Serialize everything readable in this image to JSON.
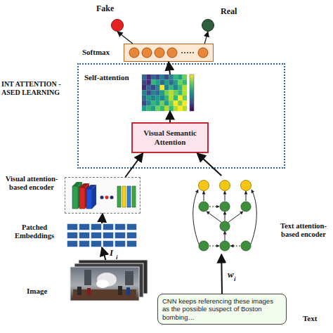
{
  "diagram": {
    "nodes": [
      {
        "text": [
          "Fake"
        ]
      },
      {
        "text": [
          "Real"
        ]
      },
      {
        "text": [
          "Softmax"
        ]
      },
      {
        "text": [
          "INT ATTENTION - ASED LEARNING"
        ]
      },
      {
        "text": [
          "Self-attention"
        ],
        "in": 3
      },
      {
        "text": [
          "Visual Semantic Attention"
        ],
        "in": 3
      },
      {
        "text": [
          "Visual attention-based encoder"
        ]
      },
      {
        "text": [
          "Text attention-based encoder"
        ]
      },
      {
        "text": [
          "Patched Embeddings"
        ]
      },
      {
        "text": [
          "Image"
        ]
      },
      {
        "text": [
          "CNN keeps referencing these images as the possible suspect of Boston bombing…",
          "Text"
        ]
      }
    ],
    "edges": [
      {
        "from": 2,
        "to": 0,
        "arrow": "to"
      },
      {
        "from": 2,
        "to": 1,
        "arrow": "to"
      },
      {
        "from": 4,
        "to": 2,
        "arrow": "to"
      },
      {
        "from": 5,
        "to": 4,
        "arrow": "to"
      },
      {
        "from": 6,
        "to": 5,
        "arrow": "to"
      },
      {
        "from": 7,
        "to": 5,
        "arrow": "to"
      },
      {
        "from": 8,
        "to": 6,
        "arrow": "to"
      },
      {
        "from": 9,
        "to": 8,
        "arrow": "to"
      },
      {
        "from": 10,
        "to": 7,
        "arrow": "to"
      }
    ],
    "labels": [
      "I",
      "i",
      "w",
      "i"
    ]
  }
}
